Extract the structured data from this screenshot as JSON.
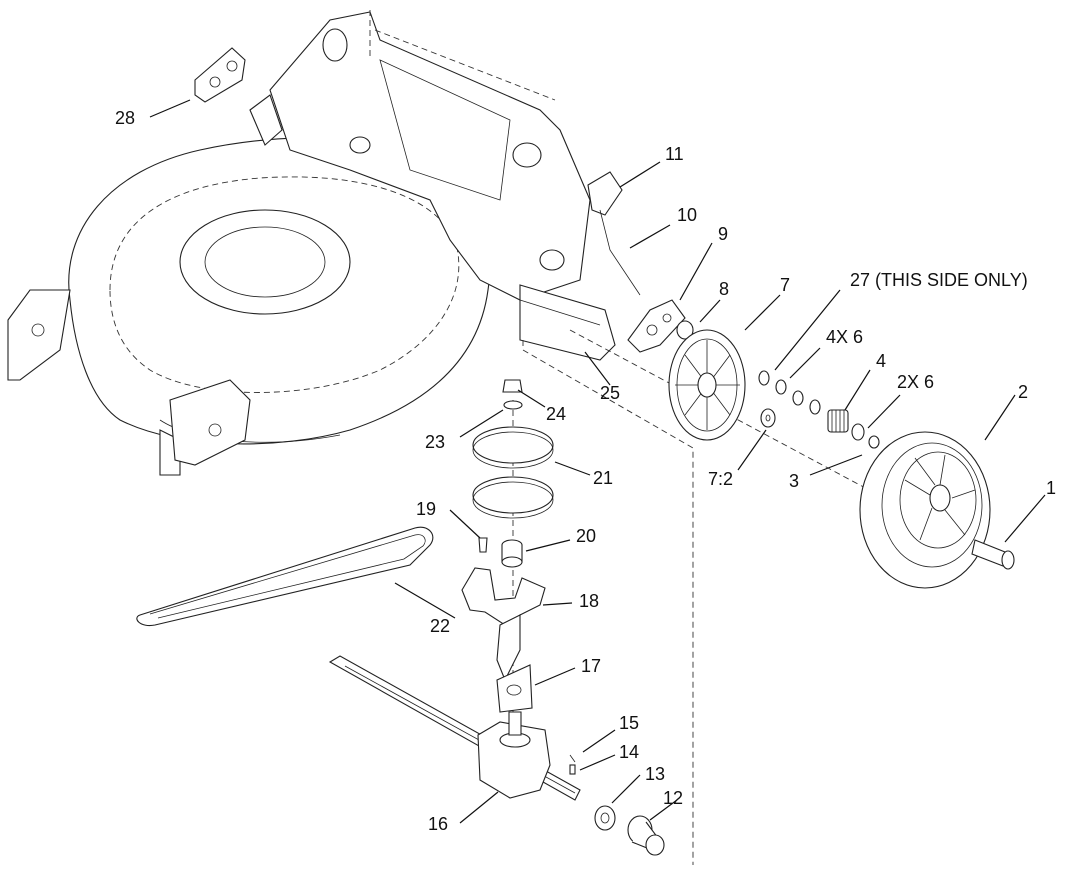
{
  "callouts": {
    "c1": "1",
    "c2": "2",
    "c3": "3",
    "c4": "4",
    "c2x6": "2X 6",
    "c4x6": "4X 6",
    "c7": "7",
    "c7_2": "7:2",
    "c8": "8",
    "c9": "9",
    "c10": "10",
    "c11": "11",
    "c12": "12",
    "c13": "13",
    "c14": "14",
    "c15": "15",
    "c16": "16",
    "c17": "17",
    "c18": "18",
    "c19": "19",
    "c20": "20",
    "c21": "21",
    "c22": "22",
    "c23": "23",
    "c24": "24",
    "c25": "25",
    "c27": "27 (THIS SIDE ONLY)",
    "c28": "28"
  },
  "colors": {
    "line": "#222222",
    "background": "#ffffff"
  }
}
